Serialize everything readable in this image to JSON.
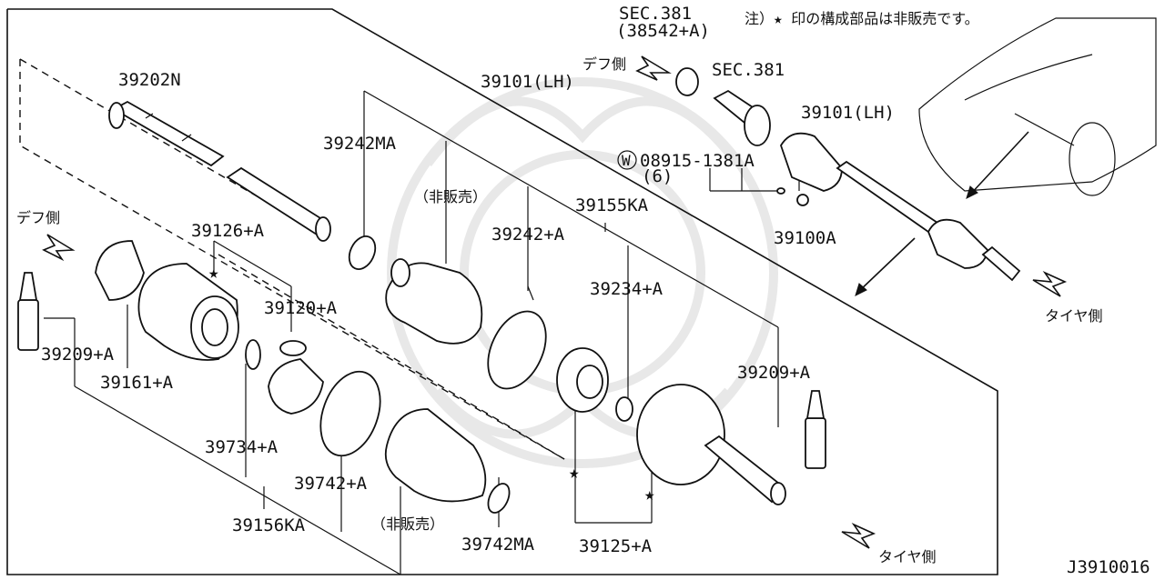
{
  "diagram_id": "J3910016",
  "note": "注）★ 印の構成部品は非販売です。",
  "direction_labels": {
    "diff_left": "デフ側",
    "diff_top": "デフ側",
    "tire_right": "タイヤ側",
    "tire_bottom": "タイヤ側"
  },
  "not_sold_label_1": "（非販売）",
  "not_sold_label_2": "（非販売）",
  "parts": {
    "p39202N": "39202N",
    "p39101LH_main": "39101(LH)",
    "p39101LH_inset": "39101(LH)",
    "p39242MA": "39242MA",
    "p39155KA": "39155KA",
    "p39126A": "39126+A",
    "p39242A": "39242+A",
    "p39120A": "39120+A",
    "p39234A": "39234+A",
    "p39209A_left": "39209+A",
    "p39209A_right": "39209+A",
    "p39161A": "39161+A",
    "p39734A": "39734+A",
    "p39742A": "39742+A",
    "p39156KA": "39156KA",
    "p39742MA": "39742MA",
    "p39125A": "39125+A",
    "sec381_a": "SEC.381",
    "sec381_a_sub": "(38542+A)",
    "sec381_b": "SEC.381",
    "washer_code": "08915-1381A",
    "washer_qty": "(6)",
    "washer_mark": "W",
    "p39100A": "39100A"
  }
}
